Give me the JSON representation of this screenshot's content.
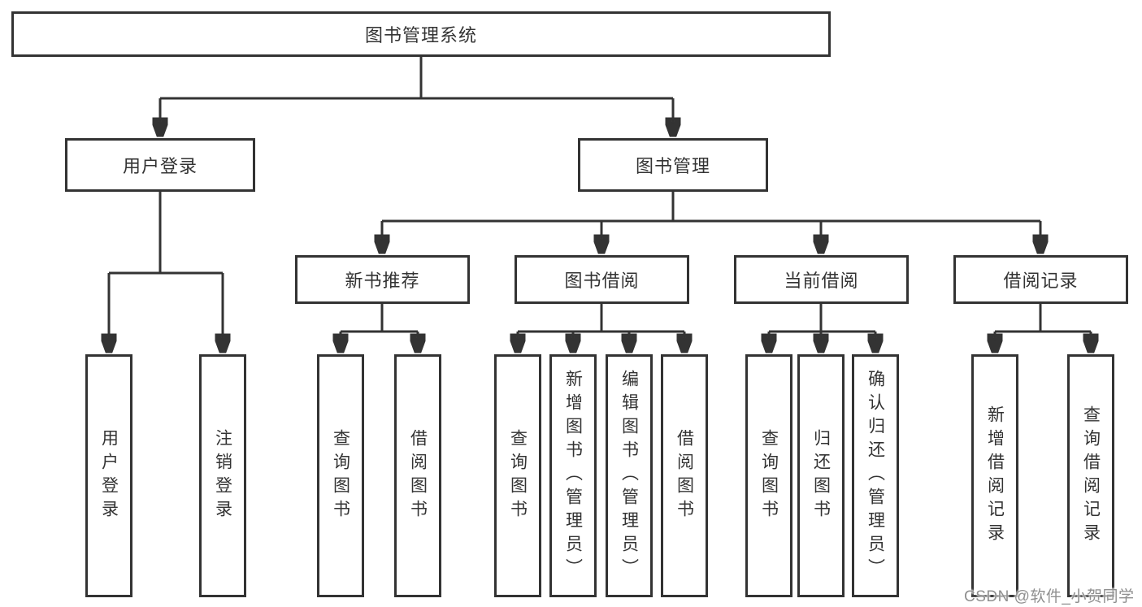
{
  "diagram": {
    "root": {
      "label": "图书管理系统"
    },
    "branches": {
      "user_login": {
        "label": "用户登录",
        "children": [
          {
            "label": "用户登录"
          },
          {
            "label": "注销登录"
          }
        ]
      },
      "book_management": {
        "label": "图书管理",
        "children": [
          {
            "label": "新书推荐",
            "children": [
              {
                "label": "查询图书"
              },
              {
                "label": "借阅图书"
              }
            ]
          },
          {
            "label": "图书借阅",
            "children": [
              {
                "label": "查询图书"
              },
              {
                "label": "新增图书（管理员）"
              },
              {
                "label": "编辑图书（管理员）"
              },
              {
                "label": "借阅图书"
              }
            ]
          },
          {
            "label": "当前借阅",
            "children": [
              {
                "label": "查询图书"
              },
              {
                "label": "归还图书"
              },
              {
                "label": "确认归还（管理员）"
              }
            ]
          },
          {
            "label": "借阅记录",
            "children": [
              {
                "label": "新增借阅记录"
              },
              {
                "label": "查询借阅记录"
              }
            ]
          }
        ]
      }
    }
  },
  "watermark": {
    "text": "CSDN @软件_小贺同学"
  },
  "colors": {
    "line": "#333333",
    "box_border": "#333333",
    "text": "#333333",
    "background": "#ffffff",
    "watermark": "#8f8f8f"
  }
}
